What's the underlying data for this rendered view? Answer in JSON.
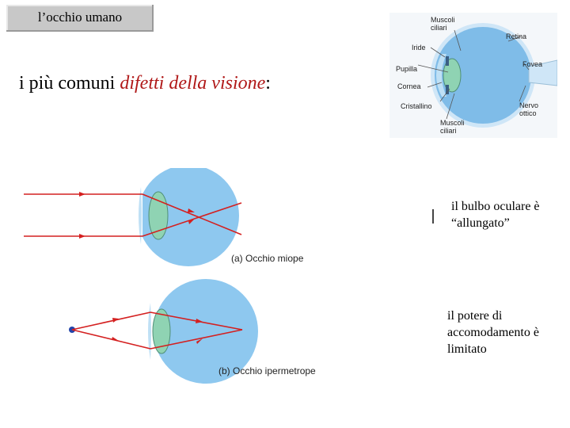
{
  "slide": {
    "title": "l’occhio umano",
    "subtitle_prefix": "i più comuni ",
    "subtitle_emphasis": "difetti della visione",
    "subtitle_suffix": ":"
  },
  "anatomy": {
    "labels": {
      "muscoli_ciliari_top_1": "Muscoli",
      "muscoli_ciliari_top_2": "ciliari",
      "retina": "Retina",
      "iride": "Iride",
      "pupilla": "Pupilla",
      "fovea": "Fovea",
      "cornea": "Cornea",
      "cristallino": "Cristallino",
      "nervo_1": "Nervo",
      "nervo_2": "ottico",
      "muscoli_ciliari_bottom_1": "Muscoli",
      "muscoli_ciliari_bottom_2": "ciliari"
    }
  },
  "myopia": {
    "caption": "(a) Occhio miope",
    "note": "il bulbo oculare è “allungato”"
  },
  "hyperopia": {
    "caption": "(b) Occhio ipermetrope",
    "note": "il potere di accomodamento è limitato"
  },
  "colors": {
    "eye_fill": "#8ec8ef",
    "lens_fill": "#8fd3b3",
    "ray": "#d42020",
    "subtitle_emphasis": "#b01818"
  }
}
